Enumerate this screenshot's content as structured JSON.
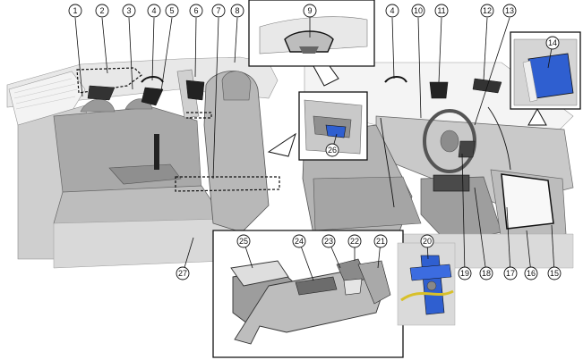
{
  "diagram": {
    "callouts": [
      {
        "id": "c1",
        "label": "1"
      },
      {
        "id": "c2",
        "label": "2"
      },
      {
        "id": "c3",
        "label": "3"
      },
      {
        "id": "c4a",
        "label": "4"
      },
      {
        "id": "c5",
        "label": "5"
      },
      {
        "id": "c6",
        "label": "6"
      },
      {
        "id": "c7",
        "label": "7"
      },
      {
        "id": "c8",
        "label": "8"
      },
      {
        "id": "c9",
        "label": "9"
      },
      {
        "id": "c4b",
        "label": "4"
      },
      {
        "id": "c10",
        "label": "10"
      },
      {
        "id": "c11",
        "label": "11"
      },
      {
        "id": "c12",
        "label": "12"
      },
      {
        "id": "c13",
        "label": "13"
      },
      {
        "id": "c14",
        "label": "14"
      },
      {
        "id": "c26",
        "label": "26"
      },
      {
        "id": "c27",
        "label": "27"
      },
      {
        "id": "c19",
        "label": "19"
      },
      {
        "id": "c18",
        "label": "18"
      },
      {
        "id": "c17",
        "label": "17"
      },
      {
        "id": "c16",
        "label": "16"
      },
      {
        "id": "c15",
        "label": "15"
      },
      {
        "id": "c25",
        "label": "25"
      },
      {
        "id": "c24",
        "label": "24"
      },
      {
        "id": "c23",
        "label": "23"
      },
      {
        "id": "c22",
        "label": "22"
      },
      {
        "id": "c21",
        "label": "21"
      },
      {
        "id": "c20",
        "label": "20"
      }
    ],
    "colors": {
      "highlight": "#2f5fd0",
      "line": "#111111",
      "gray_dark": "#7a7a7a",
      "gray_mid": "#b5b5b5",
      "gray_light": "#dedede",
      "accent_yellow": "#d8c02a"
    }
  }
}
